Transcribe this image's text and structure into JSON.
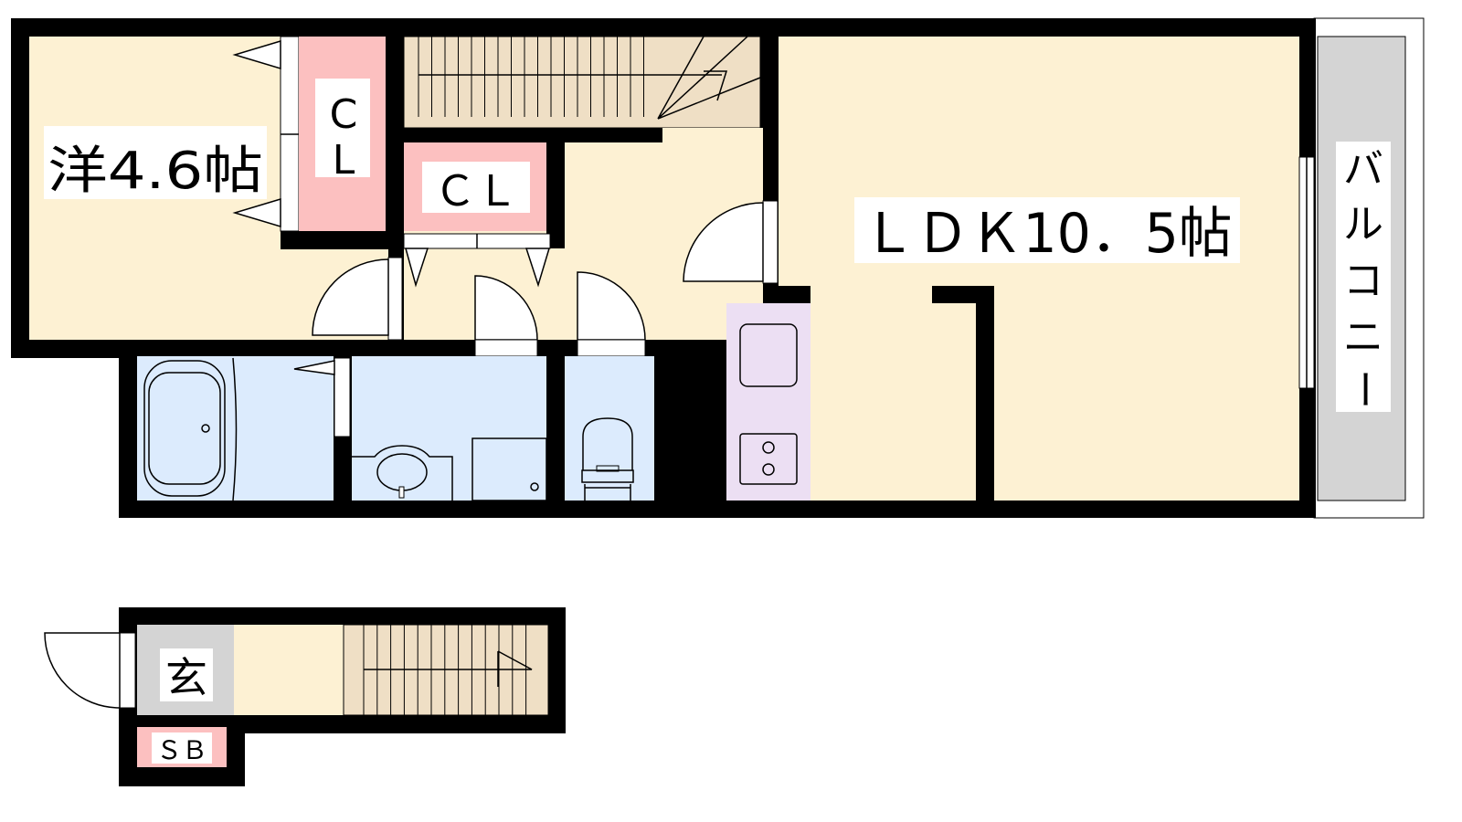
{
  "rooms": {
    "western": {
      "label": "洋4.6帖"
    },
    "closet1": {
      "label_line1": "C",
      "label_line2": "L"
    },
    "closet2": {
      "label": "ＣＬ"
    },
    "ldk": {
      "label": "ＬＤＫ10．5帖"
    },
    "balcony": {
      "label_chars": [
        "バ",
        "ル",
        "コ",
        "ニ",
        "ー"
      ]
    },
    "entrance": {
      "label": "玄"
    },
    "shoebox": {
      "label": "ＳＢ"
    }
  },
  "colors": {
    "wall": "#000000",
    "floor": "#fdf1d3",
    "closet": "#fcc0c0",
    "stairs": "#efdfc5",
    "wet_area": "#dcebfd",
    "kitchen": "#ecdff3",
    "balcony": "#d4d4d4"
  }
}
